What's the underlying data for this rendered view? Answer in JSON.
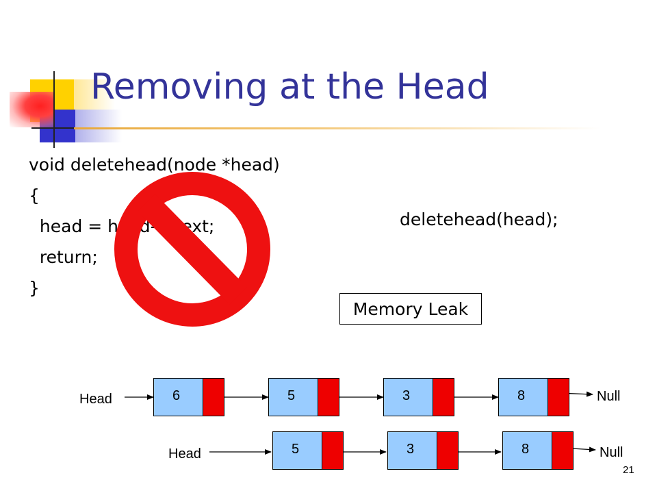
{
  "slide": {
    "title": "Removing at the Head",
    "code": [
      "void deletehead(node *head)",
      "{",
      "  head = head->next;",
      "  return;",
      "}"
    ],
    "call": "deletehead(head);",
    "callout": "Memory Leak",
    "page_number": "21"
  },
  "diagram": {
    "before": {
      "head_label": "Head",
      "values": [
        "6",
        "5",
        "3",
        "8"
      ],
      "null_label": "Null"
    },
    "after": {
      "head_label": "Head",
      "values": [
        "5",
        "3",
        "8"
      ],
      "null_label": "Null"
    }
  },
  "colors": {
    "title": "#333399",
    "node_value": "#99ccff",
    "node_pointer": "#ee0000",
    "prohibition_sign": "#ee1111"
  },
  "icons": {
    "prohibition": "no-sign-icon"
  }
}
